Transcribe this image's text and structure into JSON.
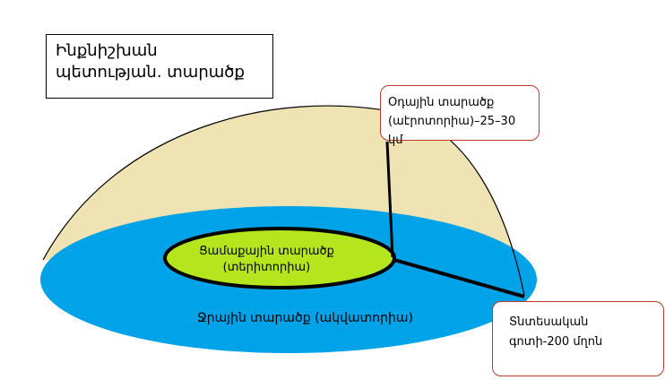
{
  "title_lines": [
    "Ինքնիշխան",
    "պետության. տարածք"
  ],
  "air_space": {
    "line1": "Օդային տարածք",
    "line2": "(աէրոտորիա)–25–30 կմ"
  },
  "land_territory": {
    "line1": "Ցամաքային տարածք",
    "line2": "(տերիտորիա)"
  },
  "water_territory": "Ջրային տարածք (ակվատորիա)",
  "economic_zone": {
    "line1": "Տնտեսական",
    "line2": "գոտի-200 մղոն"
  },
  "colors": {
    "air": "#efe3b3",
    "water": "#00a2e8",
    "land": "#b5e61d",
    "outline": "#000000",
    "callout_border": "#c0392b"
  }
}
